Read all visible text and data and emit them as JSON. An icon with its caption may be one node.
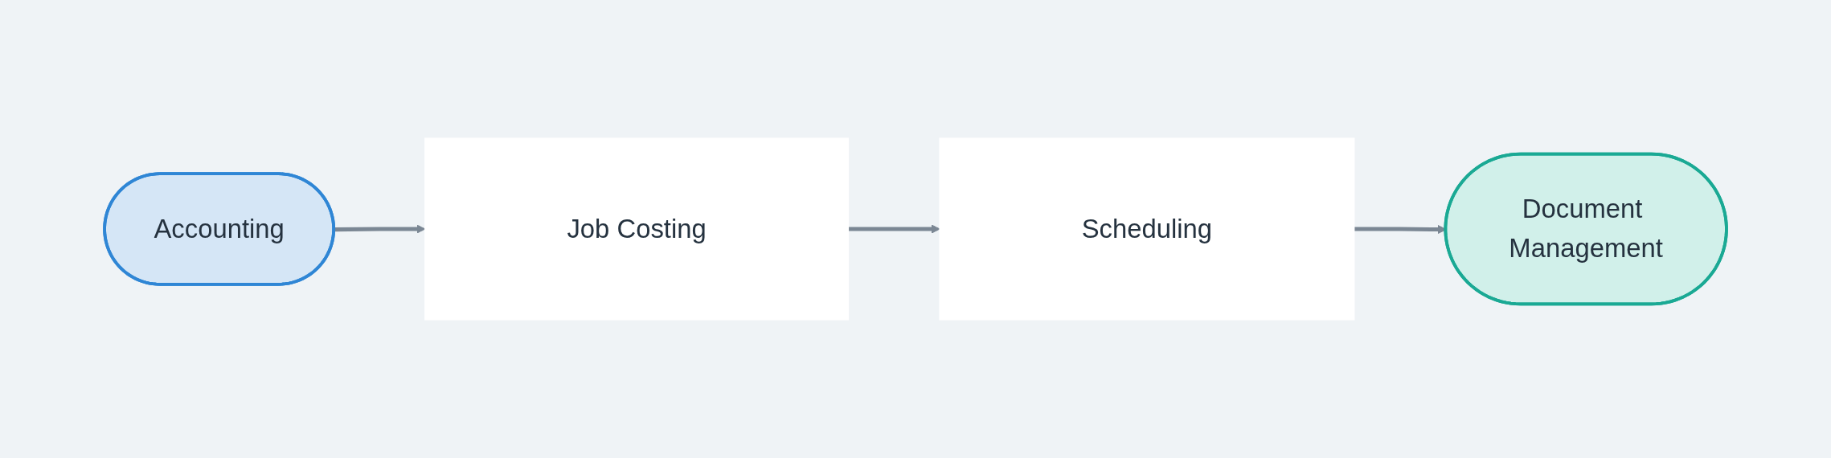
{
  "diagram": {
    "nodes": [
      {
        "text": [
          "Accounting"
        ]
      },
      {
        "text": [
          "Job Costing"
        ]
      },
      {
        "text": [
          "Scheduling"
        ]
      },
      {
        "text": [
          "Document Management"
        ]
      }
    ],
    "edges": [
      {
        "from": 0,
        "to": 1,
        "arrow": "to"
      },
      {
        "from": 1,
        "to": 2,
        "arrow": "to"
      },
      {
        "from": 2,
        "to": 3,
        "arrow": "to"
      }
    ]
  }
}
